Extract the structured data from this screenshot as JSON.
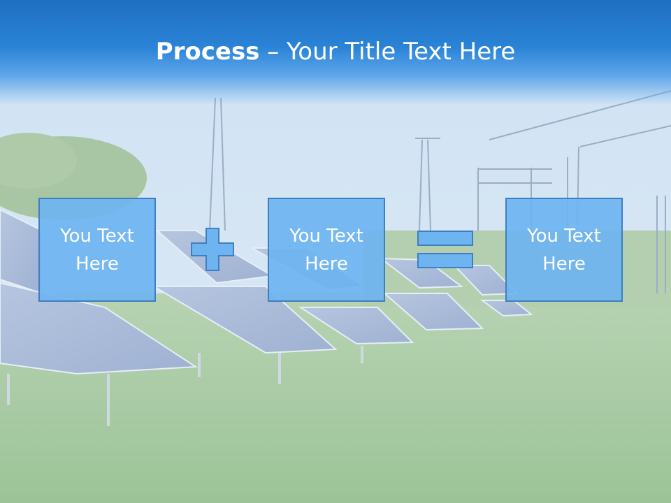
{
  "slide": {
    "title_bold": "Process",
    "title_rest": " – Your Title Text Here"
  },
  "process": {
    "steps": [
      {
        "label": "You Text\nHere"
      },
      {
        "label": "You Text\nHere"
      },
      {
        "label": "You Text\nHere"
      }
    ],
    "operators": [
      "plus-icon",
      "equals-icon"
    ]
  },
  "colors": {
    "title_bar": "#2a83d6",
    "box_fill": "#6eb4f0",
    "box_border": "#3f7fbf",
    "text": "#ffffff"
  },
  "background": {
    "scene": "solar-panel-field-image"
  }
}
